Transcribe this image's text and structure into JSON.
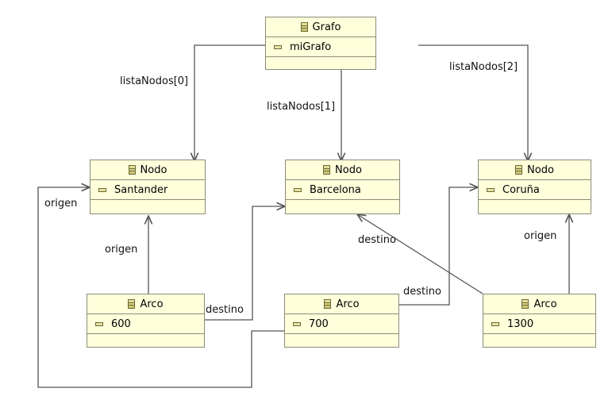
{
  "classes": {
    "grafo": {
      "name": "Grafo",
      "attr": "miGrafo"
    },
    "nodo_santander": {
      "name": "Nodo",
      "attr": "Santander"
    },
    "nodo_barcelona": {
      "name": "Nodo",
      "attr": "Barcelona"
    },
    "nodo_coruna": {
      "name": "Nodo",
      "attr": "Coruña"
    },
    "arco_600": {
      "name": "Arco",
      "attr": "600"
    },
    "arco_700": {
      "name": "Arco",
      "attr": "700"
    },
    "arco_1300": {
      "name": "Arco",
      "attr": "1300"
    }
  },
  "edge_labels": {
    "lista0": "listaNodos[0]",
    "lista1": "listaNodos[1]",
    "lista2": "listaNodos[2]",
    "origen_600": "origen",
    "destino_600": "destino",
    "origen_700": "origen",
    "destino_700": "destino",
    "destino_1300": "destino",
    "origen_1300": "origen"
  },
  "colors": {
    "box_fill": "#ffffdc",
    "box_border": "#8c8c78",
    "edge": "#555555"
  },
  "icons": {
    "class": "class-icon",
    "attribute": "attribute-icon"
  }
}
